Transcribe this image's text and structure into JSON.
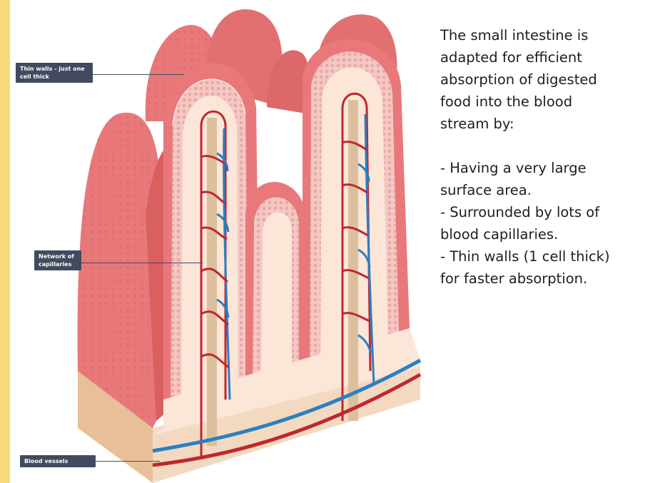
{
  "labels": {
    "thin_walls": "Thin walls - just one cell thick",
    "capillaries": "Network of capillaries",
    "blood_vessels": "Blood vessels"
  },
  "explanation": {
    "intro": "The small intestine is\nadapted for efficient\nabsorption of digested\nfood into the blood\nstream by:",
    "points": [
      "- Having a very large\nsurface area.",
      "- Surrounded by lots of\nblood capillaries.",
      "- Thin walls (1 cell thick)\nfor faster absorption."
    ]
  },
  "colors": {
    "villus_fill": "#e8787a",
    "villus_dark": "#d9605f",
    "cell_layer": "#f4c8c4",
    "inner_tissue": "#fbe6d8",
    "lacteal": "#dcc09e",
    "artery": "#c0272d",
    "vein": "#2a7fc4",
    "label_bg": "#414a5e",
    "side_strip": "#f9d978"
  }
}
